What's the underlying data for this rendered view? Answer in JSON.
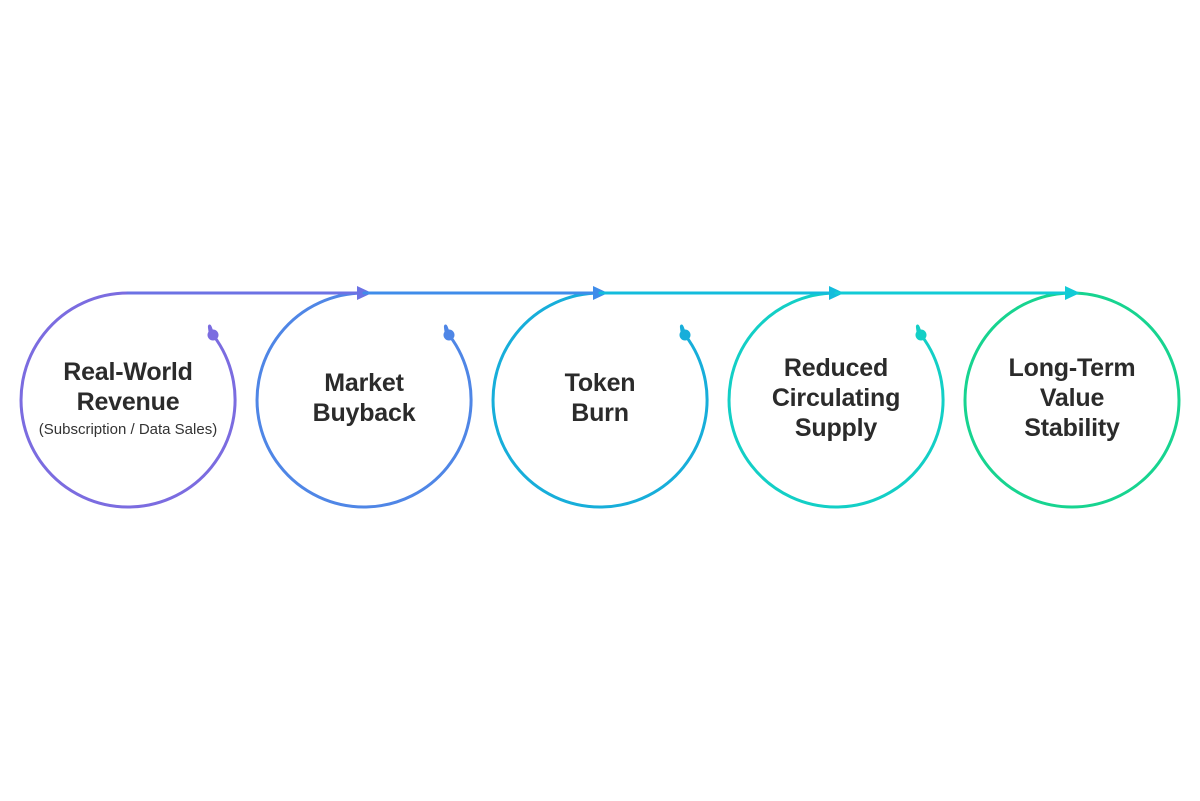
{
  "diagram": {
    "steps": [
      {
        "title_lines": [
          "Real-World",
          "Revenue"
        ],
        "subtitle": "(Subscription / Data Sales)",
        "color": "#7B6CE0"
      },
      {
        "title_lines": [
          "Market",
          "Buyback"
        ],
        "subtitle": "",
        "color": "#4F86E6"
      },
      {
        "title_lines": [
          "Token",
          "Burn"
        ],
        "subtitle": "",
        "color": "#17AEDA"
      },
      {
        "title_lines": [
          "Reduced",
          "Circulating",
          "Supply"
        ],
        "subtitle": "",
        "color": "#13CFC6"
      },
      {
        "title_lines": [
          "Long-Term",
          "Value",
          "Stability"
        ],
        "subtitle": "",
        "color": "#17D490"
      }
    ],
    "connector_colors": [
      "#6C72E4",
      "#3F8CEA",
      "#13BCDC",
      "#12CBD6"
    ]
  }
}
